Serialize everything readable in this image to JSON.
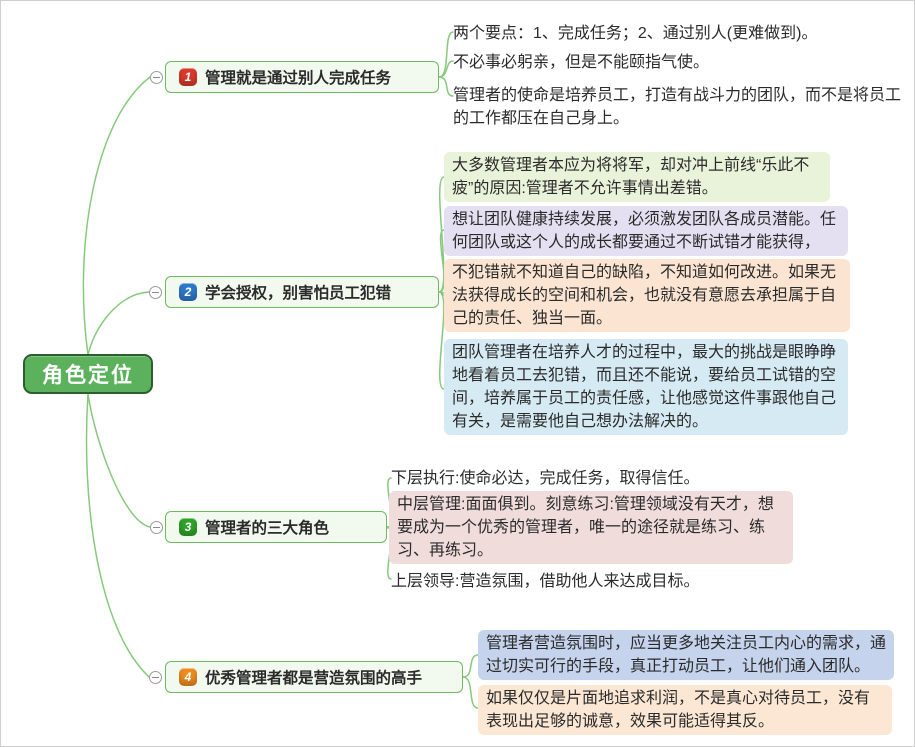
{
  "palette": {
    "connector": "#87c97c",
    "node_border": "#6cbb5e",
    "node_fill": "#f2f9ee",
    "root_fill": "#5cb15c",
    "root_border": "#2c5d2c",
    "root_text": "#ffffff",
    "text": "#2b2b2b",
    "badge1": "#d93a2b",
    "badge2": "#2e78c9",
    "badge3": "#2fa32a",
    "badge4": "#ec8c1f",
    "b2c1": "#e8f3da",
    "b2c2": "#e5dff2",
    "b2c3": "#fbe5d2",
    "b2c4": "#d5eaf3",
    "b3c2": "#f1dcdc",
    "b4c1": "#c6d3ed",
    "b4c2": "#fbe7d3"
  },
  "root": {
    "label": "角色定位"
  },
  "branches": [
    {
      "badge": "1",
      "label": "管理就是通过别人完成任务",
      "children": [
        {
          "text": "两个要点：1、完成任务；2、通过别人(更难做到)。"
        },
        {
          "text": "不必事必躬亲，但是不能颐指气使。"
        },
        {
          "text": "管理者的使命是培养员工，打造有战斗力的团队，而不是将员工的工作都压在自己身上。"
        }
      ]
    },
    {
      "badge": "2",
      "label": "学会授权，别害怕员工犯错",
      "children": [
        {
          "text": "大多数管理者本应为将将军，却对冲上前线“乐此不疲”的原因:管理者不允许事情出差错。"
        },
        {
          "text": "想让团队健康持续发展，必须激发团队各成员潜能。任何团队或这个人的成长都要通过不断试错才能获得，"
        },
        {
          "text": "不犯错就不知道自己的缺陷，不知道如何改进。如果无法获得成长的空间和机会，也就没有意愿去承担属于自己的责任、独当一面。"
        },
        {
          "text": "团队管理者在培养人才的过程中，最大的挑战是眼睁睁地看着员工去犯错，而且还不能说，要给员工试错的空间，培养属于员工的责任感，让他感觉这件事跟他自己有关，是需要他自己想办法解决的。"
        }
      ]
    },
    {
      "badge": "3",
      "label": "管理者的三大角色",
      "children": [
        {
          "text": "下层执行:使命必达，完成任务，取得信任。"
        },
        {
          "text": "中层管理:面面俱到。刻意练习:管理领域没有天才，想要成为一个优秀的管理者，唯一的途径就是练习、练习、再练习。"
        },
        {
          "text": "上层领导:营造氛围，借助他人来达成目标。"
        }
      ]
    },
    {
      "badge": "4",
      "label": "优秀管理者都是营造氛围的高手",
      "children": [
        {
          "text": "管理者营造氛围时，应当更多地关注员工内心的需求，通过切实可行的手段，真正打动员工，让他们通入团队。"
        },
        {
          "text": "如果仅仅是片面地追求利润，不是真心对待员工，没有表现出足够的诚意，效果可能适得其反。"
        }
      ]
    }
  ]
}
